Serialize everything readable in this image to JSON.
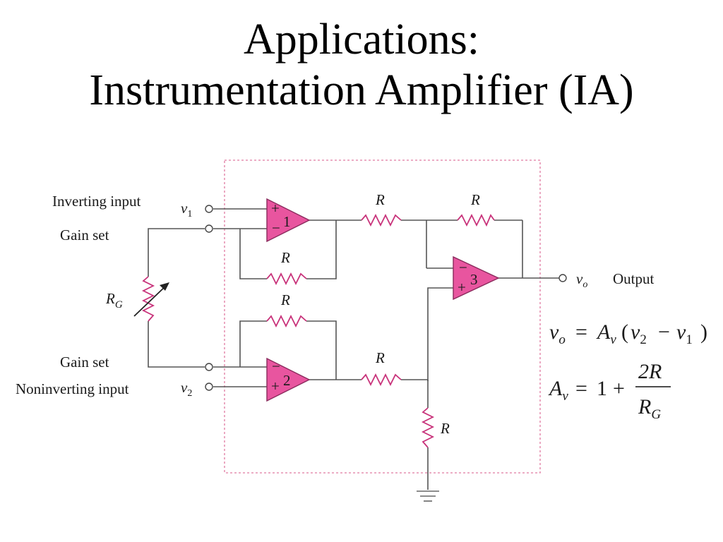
{
  "title": {
    "line1": "Applications:",
    "line2": "Instrumentation Amplifier (IA)"
  },
  "labels": {
    "inverting_input": "Inverting input",
    "gain_set_top": "Gain set",
    "gain_set_bottom": "Gain set",
    "noninverting_input": "Noninverting input",
    "output": "Output",
    "v1_main": "v",
    "v1_sub": "1",
    "v2_main": "v",
    "v2_sub": "2",
    "vo_main": "v",
    "vo_sub": "o",
    "rg_main": "R",
    "rg_sub": "G"
  },
  "resistors": {
    "r_top_left": "R",
    "r_top_right": "R",
    "r_fb1": "R",
    "r_fb2": "R",
    "r_bottom_mid": "R",
    "r_ground": "R"
  },
  "opamps": {
    "a1_num": "1",
    "a2_num": "2",
    "a3_num": "3",
    "plus": "+",
    "minus": "−"
  },
  "equations": {
    "eq1": {
      "lhs_main": "v",
      "lhs_sub": "o",
      "eq": "=",
      "a_main": "A",
      "a_sub": "v",
      "lparen": "(",
      "t1_main": "v",
      "t1_sub": "2",
      "minus": "−",
      "t2_main": "v",
      "t2_sub": "1",
      "rparen": ")"
    },
    "eq2": {
      "lhs_main": "A",
      "lhs_sub": "v",
      "eq": "=",
      "one": "1",
      "plus": "+",
      "num": "2R",
      "den_main": "R",
      "den_sub": "G"
    }
  },
  "colors": {
    "opamp_fill": "#e8559f",
    "opamp_stroke": "#8a2a5c",
    "wire": "#555555",
    "box_border": "#e07aa0",
    "resistor": "#c8327a"
  }
}
